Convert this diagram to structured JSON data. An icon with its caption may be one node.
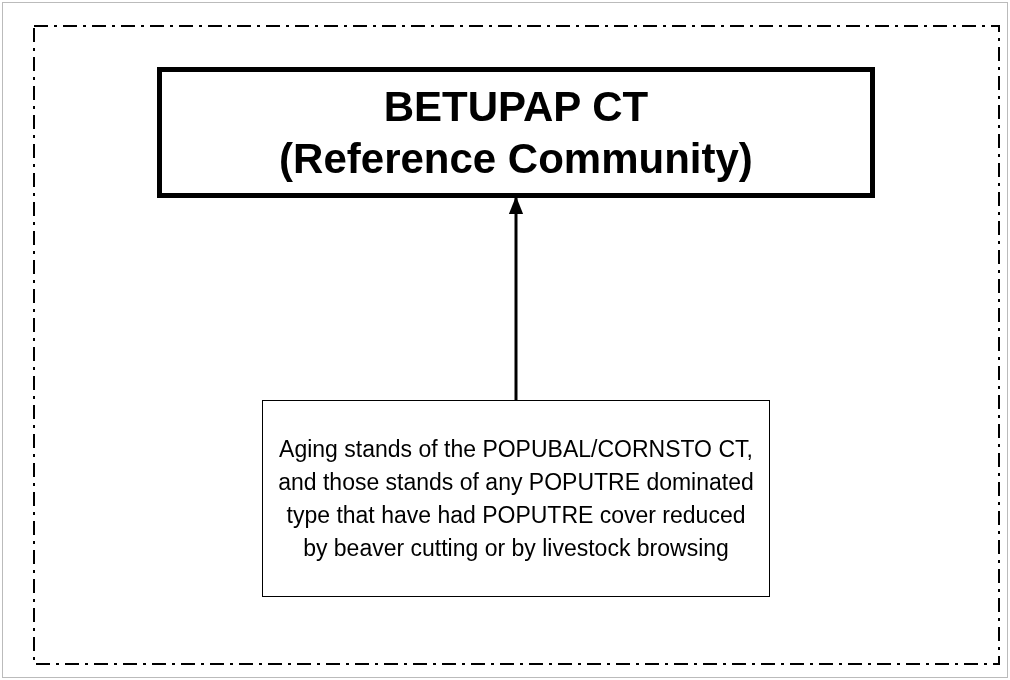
{
  "diagram": {
    "nodes": [
      {
        "text": [],
        "shape": "box"
      },
      {
        "text": [
          "BETUPAP CT (Reference Community)"
        ],
        "in": 0
      },
      {
        "text": [
          "Aging stands of the POPUBAL/CORNSTO CT, and those stands of any POPUTRE dominated type that have had POPUTRE cover reduced by beaver cutting or by livestock browsing"
        ],
        "in": 0
      }
    ],
    "edges": [
      {
        "from": 2,
        "to": 1,
        "arrow": "to"
      }
    ]
  }
}
